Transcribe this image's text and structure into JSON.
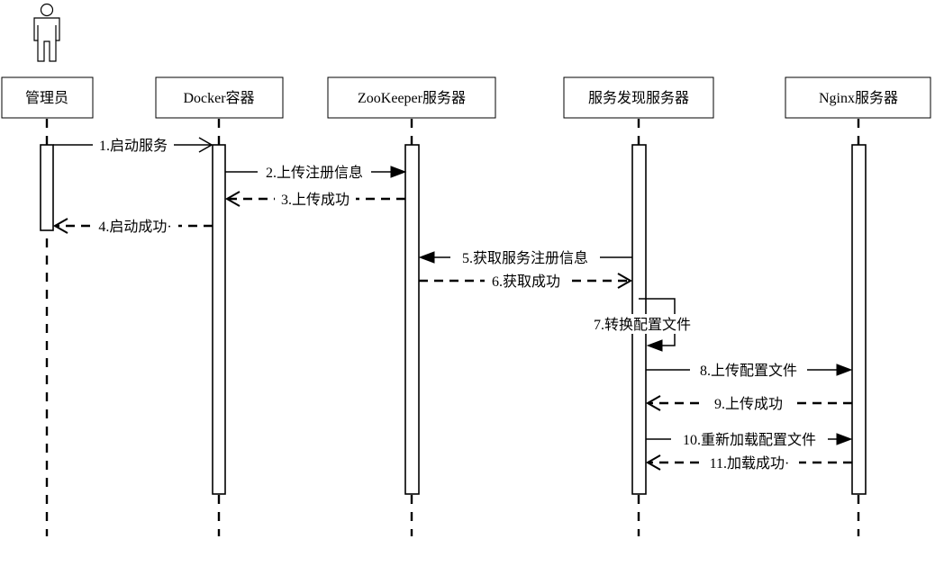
{
  "actor": {
    "icon": "person-icon"
  },
  "participants": [
    {
      "id": "admin",
      "label": "管理员"
    },
    {
      "id": "docker",
      "label": "Docker容器"
    },
    {
      "id": "zk",
      "label": "ZooKeeper服务器"
    },
    {
      "id": "discovery",
      "label": "服务发现服务器"
    },
    {
      "id": "nginx",
      "label": "Nginx服务器"
    }
  ],
  "messages": [
    {
      "label": "1.启动服务",
      "from": "admin",
      "to": "docker",
      "kind": "sync"
    },
    {
      "label": "2.上传注册信息",
      "from": "docker",
      "to": "zk",
      "kind": "sync"
    },
    {
      "label": "3.上传成功",
      "from": "zk",
      "to": "docker",
      "kind": "return"
    },
    {
      "label": "4.启动成功·",
      "from": "docker",
      "to": "admin",
      "kind": "return"
    },
    {
      "label": "5.获取服务注册信息",
      "from": "discovery",
      "to": "zk",
      "kind": "sync"
    },
    {
      "label": "6.获取成功",
      "from": "zk",
      "to": "discovery",
      "kind": "return"
    },
    {
      "label": "7.转换配置文件",
      "from": "discovery",
      "to": "discovery",
      "kind": "self"
    },
    {
      "label": "8.上传配置文件",
      "from": "discovery",
      "to": "nginx",
      "kind": "sync"
    },
    {
      "label": "9.上传成功",
      "from": "nginx",
      "to": "discovery",
      "kind": "return"
    },
    {
      "label": "10.重新加载配置文件",
      "from": "discovery",
      "to": "nginx",
      "kind": "sync"
    },
    {
      "label": "11.加载成功·",
      "from": "nginx",
      "to": "discovery",
      "kind": "return"
    }
  ]
}
